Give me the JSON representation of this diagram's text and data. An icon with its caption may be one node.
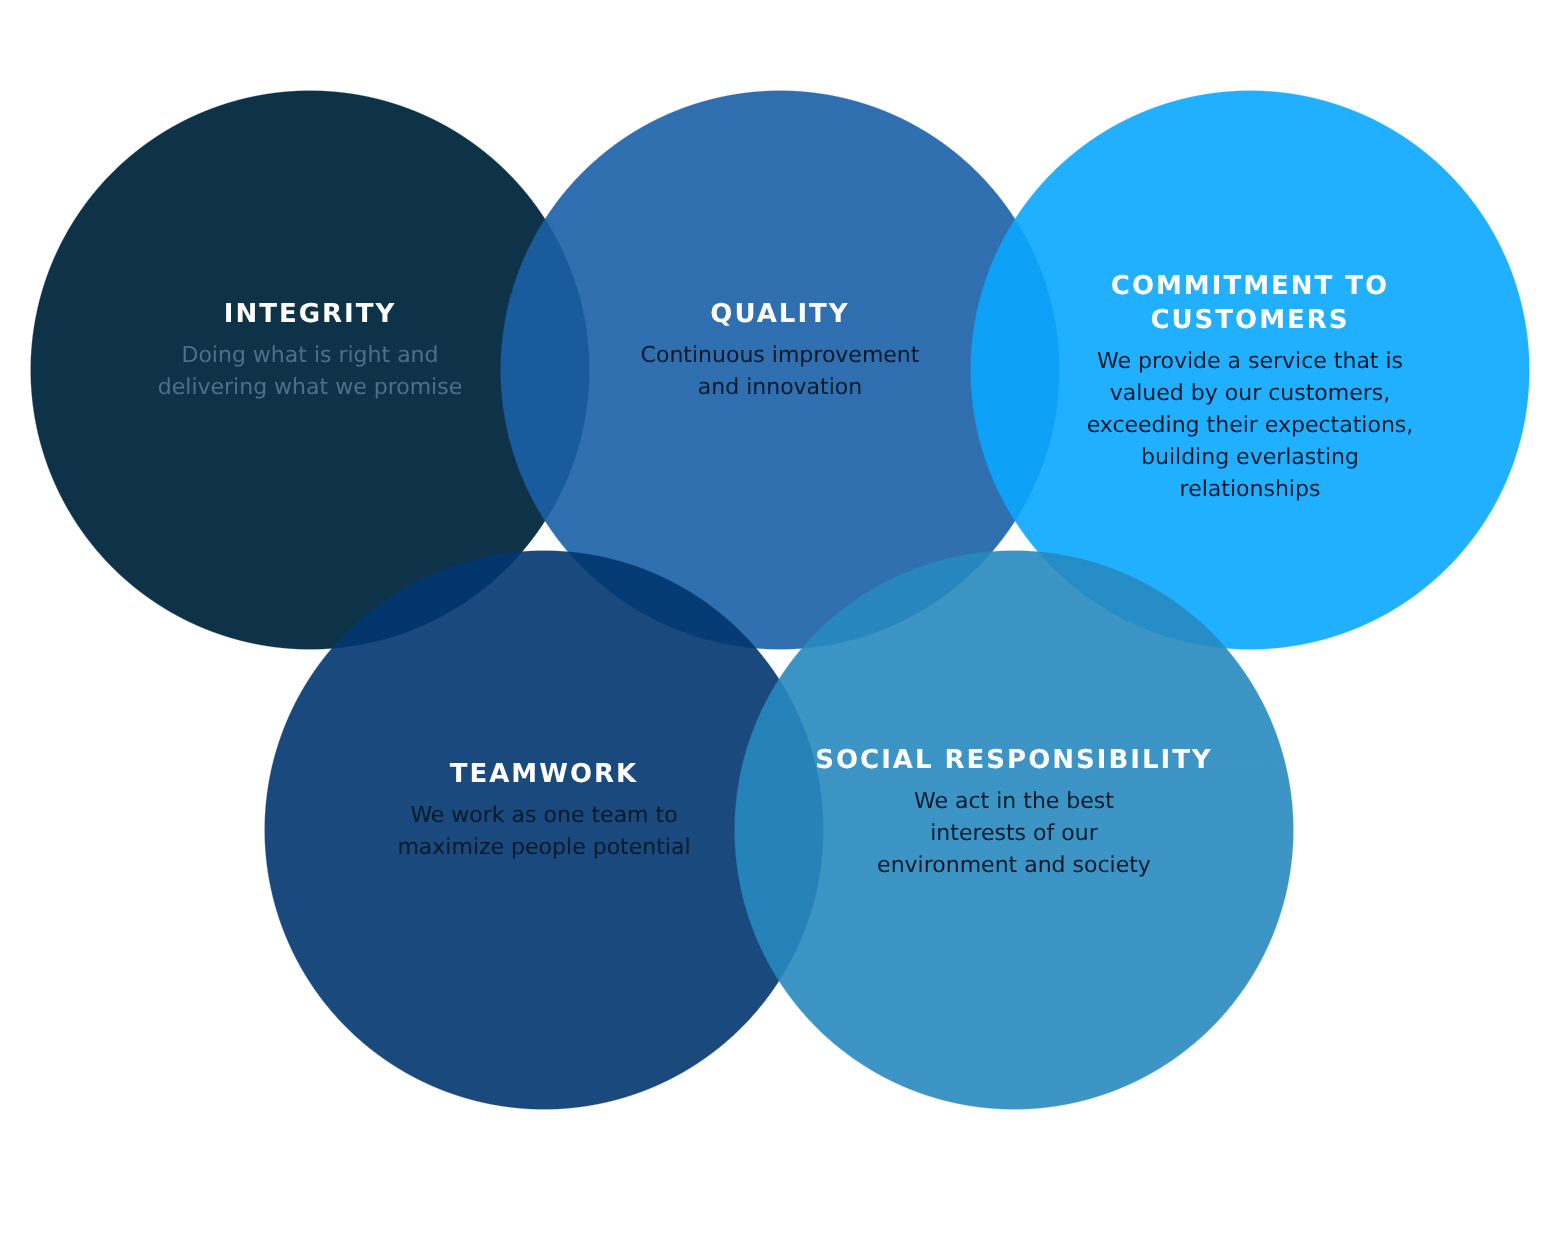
{
  "diagram": {
    "nodes": [
      {
        "text": [
          "INTEGRITY",
          "Doing what is right and delivering what we promise"
        ]
      },
      {
        "text": [
          "QUALITY",
          "Continuous improvement and innovation"
        ]
      },
      {
        "text": [
          "COMMITMENT TO CUSTOMERS",
          "We provide a service that is valued by our customers, exceeding their expectations, building everlasting relationships"
        ]
      },
      {
        "text": [
          "TEAMWORK",
          "We work as one team to maximize people potential"
        ]
      },
      {
        "text": [
          "SOCIAL RESPONSIBILITY",
          "We act in the best interests of our environment and society"
        ]
      }
    ]
  }
}
